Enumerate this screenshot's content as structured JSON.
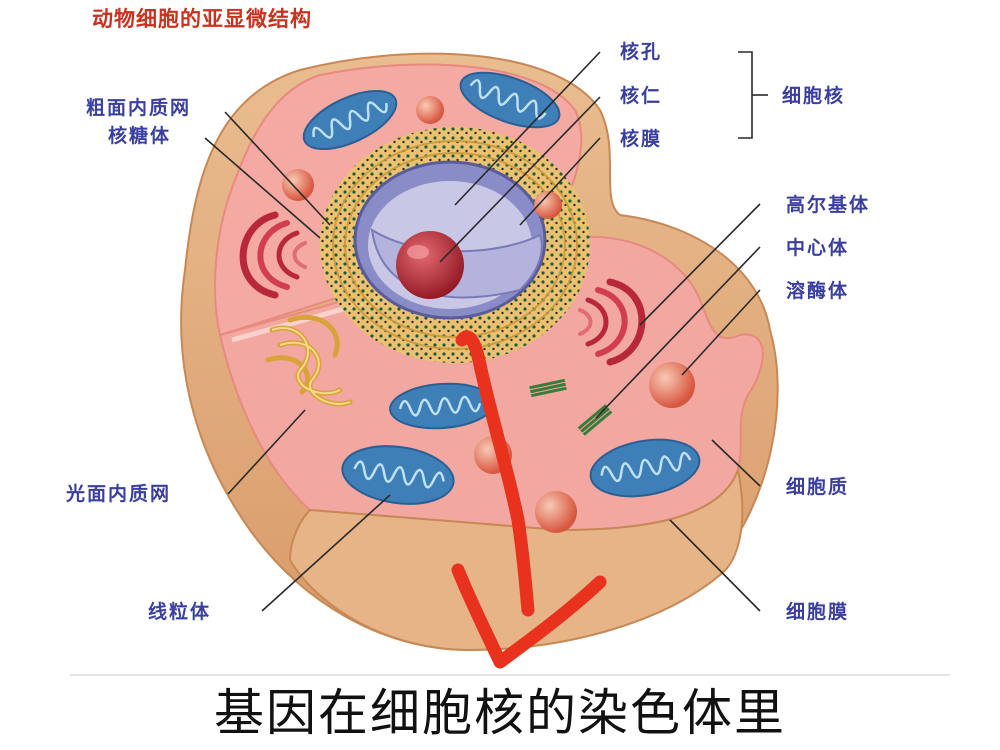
{
  "title": "动物细胞的亚显微结构",
  "labels": {
    "rough_er": "粗面内质网",
    "ribosome": "核糖体",
    "nuclear_pore": "核孔",
    "nucleolus": "核仁",
    "nuclear_envelope": "核膜",
    "nucleus": "细胞核",
    "golgi": "高尔基体",
    "centrosome": "中心体",
    "lysosome": "溶酶体",
    "smooth_er": "光面内质网",
    "cytoplasm": "细胞质",
    "mitochondrion": "线粒体",
    "cell_membrane": "细胞膜"
  },
  "caption": "基因在细胞核的染色体里",
  "colors": {
    "label_text": "#3b3fa0",
    "title_text": "#c8321e",
    "annotation_mark": "#e8321e",
    "cytoplasm": "#f4a9a2",
    "membrane": "#e9b98e",
    "mitochondrion": "#3e7fb8",
    "nucleolus": "#b52430"
  }
}
